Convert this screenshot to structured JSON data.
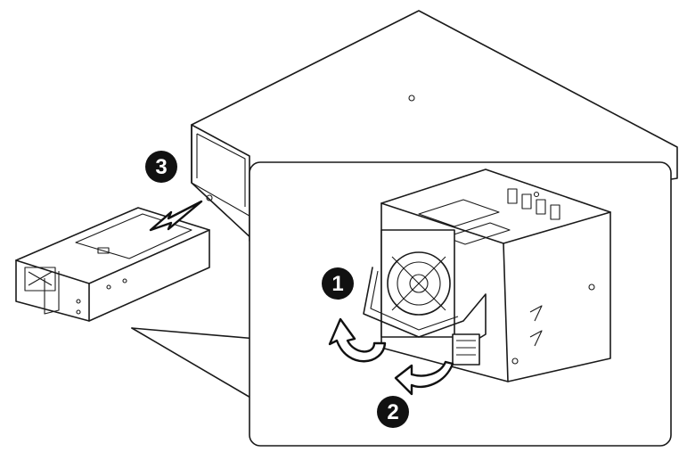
{
  "steps": [
    {
      "number": "3",
      "label": ""
    },
    {
      "number": "1",
      "label": ""
    },
    {
      "number": "2",
      "label": ""
    }
  ],
  "colors": {
    "line": "#1a1a1a",
    "callout": "#111111",
    "background": "#ffffff"
  },
  "icons": [
    "chassis-outline",
    "psu-module",
    "magnified-detail-callout",
    "rotate-arrow-icon",
    "pull-arrow-icon"
  ]
}
